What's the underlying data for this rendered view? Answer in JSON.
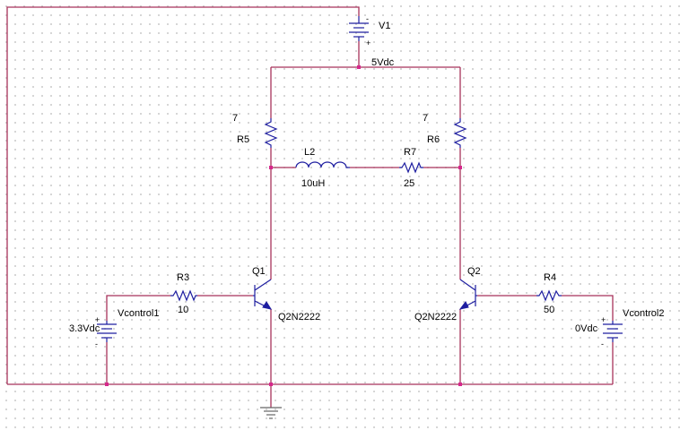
{
  "schematic": {
    "v1": {
      "name": "V1",
      "value": "5Vdc",
      "plus": "-",
      "minus": "+"
    },
    "r5": {
      "name": "R5",
      "value": "7"
    },
    "r6": {
      "name": "R6",
      "value": "7"
    },
    "l2": {
      "name": "L2",
      "value": "10uH"
    },
    "r7": {
      "name": "R7",
      "value": "25"
    },
    "q1": {
      "name": "Q1",
      "model": "Q2N2222"
    },
    "q2": {
      "name": "Q2",
      "model": "Q2N2222"
    },
    "r3": {
      "name": "R3",
      "value": "10"
    },
    "r4": {
      "name": "R4",
      "value": "50"
    },
    "vcontrol1": {
      "name": "Vcontrol1",
      "value": "3.3Vdc",
      "plus": "+",
      "minus": "-"
    },
    "vcontrol2": {
      "name": "Vcontrol2",
      "value": "0Vdc",
      "plus": "+",
      "minus": "-"
    }
  },
  "colors": {
    "wire": "#a8325a",
    "part": "#1e1ea0",
    "node": "#d6278c",
    "ground": "#666666",
    "grid_dot": "#c9c9c9"
  }
}
